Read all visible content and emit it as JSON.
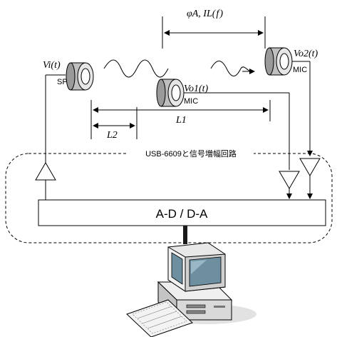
{
  "labels": {
    "phase_main": "φA,  IL(",
    "phase_f": "f",
    "phase_close": ")",
    "vi_v": "Vi",
    "vi_arg": "(t)",
    "vo1_v": "Vo1",
    "vo1_arg": "(t)",
    "vo2_v": "Vo2",
    "vo2_arg": "(t)",
    "sp": "SP",
    "mic1": "MIC",
    "mic2": "MIC",
    "l1": "L1",
    "l2": "L2",
    "box_title": "USB-6609と信号増幅回路",
    "adc": "A-D / D-A"
  },
  "colors": {
    "line": "#000000",
    "box_fill": "#ffffff",
    "speaker_fill": "#bfbfbf",
    "computer_fill": "#d9d9d9",
    "screen": "#6e8fa0",
    "connector": "#1a1a1a"
  }
}
